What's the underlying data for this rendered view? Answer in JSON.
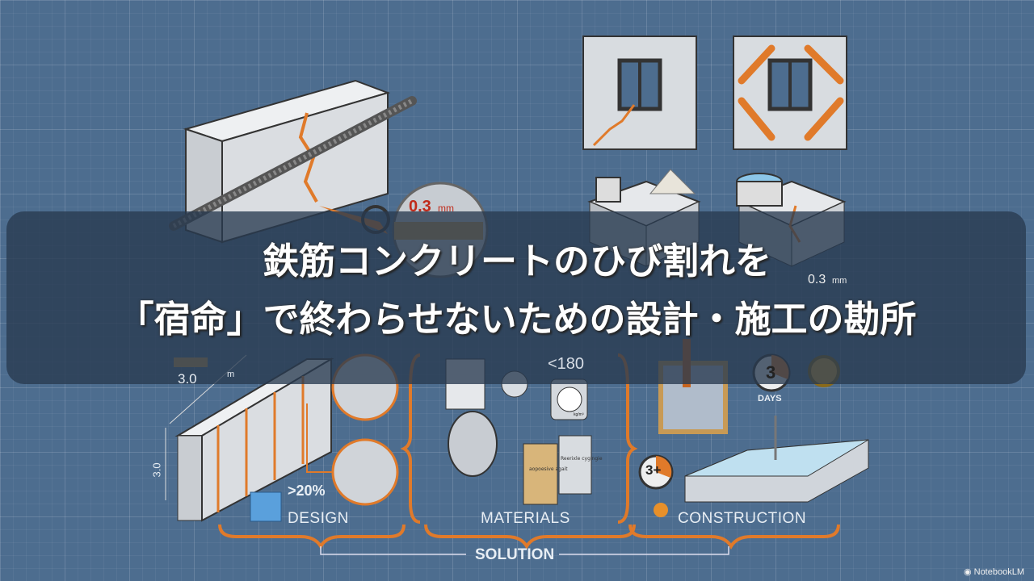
{
  "title": {
    "line1": "鉄筋コンクリートのひび割れを",
    "line2": "「宿命」で終わらせないための設計・施工の勘所"
  },
  "illustration": {
    "crack_width_top": "0.3",
    "crack_width_top_unit": "mm",
    "crack_width_right": "0.3",
    "crack_width_right_unit": "mm",
    "wall_length": "3.0",
    "wall_length_unit": "m",
    "wall_height": "3.0",
    "reinforcement_ratio": ">20%",
    "water_limit": "<180",
    "scale_unit": "kg/m³",
    "curing_days": "3",
    "curing_days_label": "DAYS",
    "curing_timer": "3+",
    "bag1_label": "aopoesive agait",
    "bag2_label": "Reerixle cygingie"
  },
  "categories": {
    "design": "DESIGN",
    "materials": "MATERIALS",
    "construction": "CONSTRUCTION",
    "solution": "SOLUTION"
  },
  "brand": "NotebookLM",
  "colors": {
    "accent": "#e07a2a",
    "background": "#4d6d8f",
    "concrete": "#d6dadf"
  }
}
